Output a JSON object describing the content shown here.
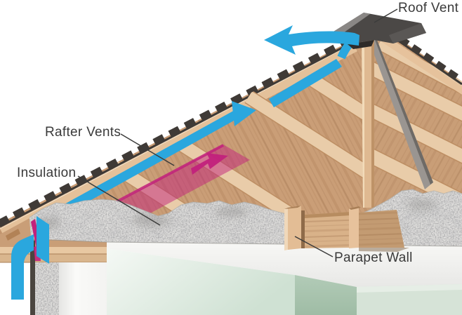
{
  "diagram": {
    "subject": "Attic and roof ventilation cutaway illustration",
    "labels": {
      "roof_vent": "Roof Vent",
      "rafter_vents": "Rafter Vents",
      "insulation": "Insulation",
      "parapet_wall": "Parapet Wall"
    },
    "colors": {
      "airflow_blue": "#2AA7DE",
      "rafter_vent_pink": "#C2217C",
      "wood_tan": "#CA9E77",
      "wood_light": "#E9CCA9",
      "shingle_dark": "#3F3A36",
      "vent_cap_gray": "#4B4846",
      "insulation_gray": "#DEDDDB",
      "interior_wall_green": "#A9C3AE",
      "label_text": "#3A3A3A"
    }
  }
}
